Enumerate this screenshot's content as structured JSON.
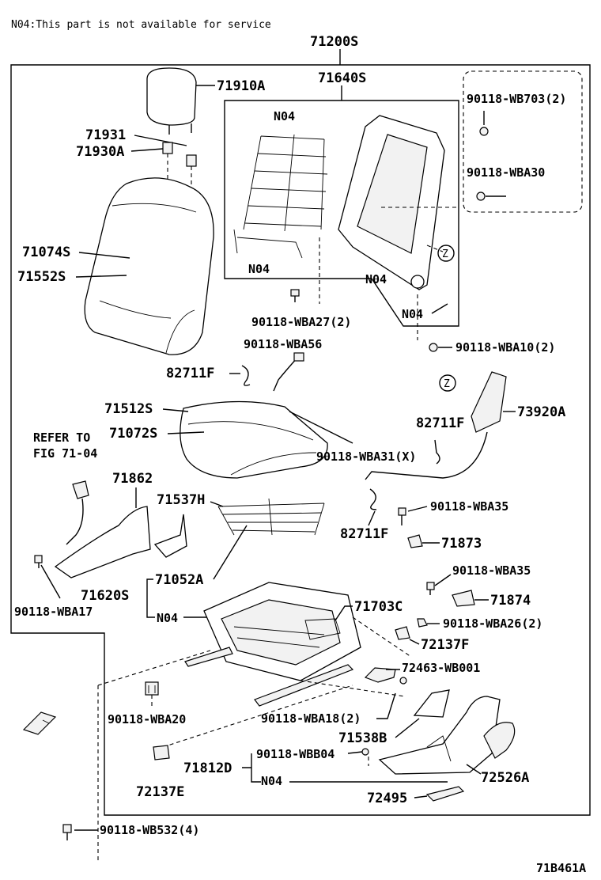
{
  "header_note": "N04:This part is not available for service",
  "figure_code": "71B461A",
  "labels": {
    "assy": "71200S",
    "headrest": "71910A",
    "frame_assy": "71640S",
    "bolt_703": "90118-WB703(2)",
    "guide_a": "71931",
    "guide_b": "71930A",
    "nut_a30": "90118-WBA30",
    "n04_top": "N04",
    "n04_spring": "N04",
    "n04_frame": "N04",
    "n04_small": "N04",
    "cover_back": "71074S",
    "pad_back": "71552S",
    "bolt_a27": "90118-WBA27(2)",
    "bolt_a10": "90118-WBA10(2)",
    "bolt_a56": "90118-WBA56",
    "clip_f1": "82711F",
    "z_mark_1": "Z",
    "z_mark_2": "Z",
    "airbag": "73920A",
    "cover_cushion": "71512S",
    "pad_cushion": "71072S",
    "clip_f2": "82711F",
    "refer_1": "REFER TO",
    "refer_2": "FIG 71-04",
    "bolt_a31": "90118-WBA31(X)",
    "shield": "71862",
    "spring_h": "71537H",
    "clip_f3": "82711F",
    "bolt_a35_1": "90118-WBA35",
    "cover_873": "71873",
    "bolt_a17": "90118-WBA17",
    "adjuster": "71620S",
    "spring_a": "71052A",
    "n04_adj": "N04",
    "bolt_a35_2": "90118-WBA35",
    "cover_874": "71874",
    "wire_703c": "71703C",
    "bolt_a26": "90118-WBA26(2)",
    "clip_137f": "72137F",
    "rod_wb001": "72463-WB001",
    "bolt_a20": "90118-WBA20",
    "bolt_a18": "90118-WBA18(2)",
    "shield_538b": "71538B",
    "bolt_bb04": "90118-WBB04",
    "shield_812d": "71812D",
    "knob": "72526A",
    "n04_shield": "N04",
    "clip_137e": "72137E",
    "cover_495": "72495",
    "bolt_532": "90118-WB532(4)"
  }
}
